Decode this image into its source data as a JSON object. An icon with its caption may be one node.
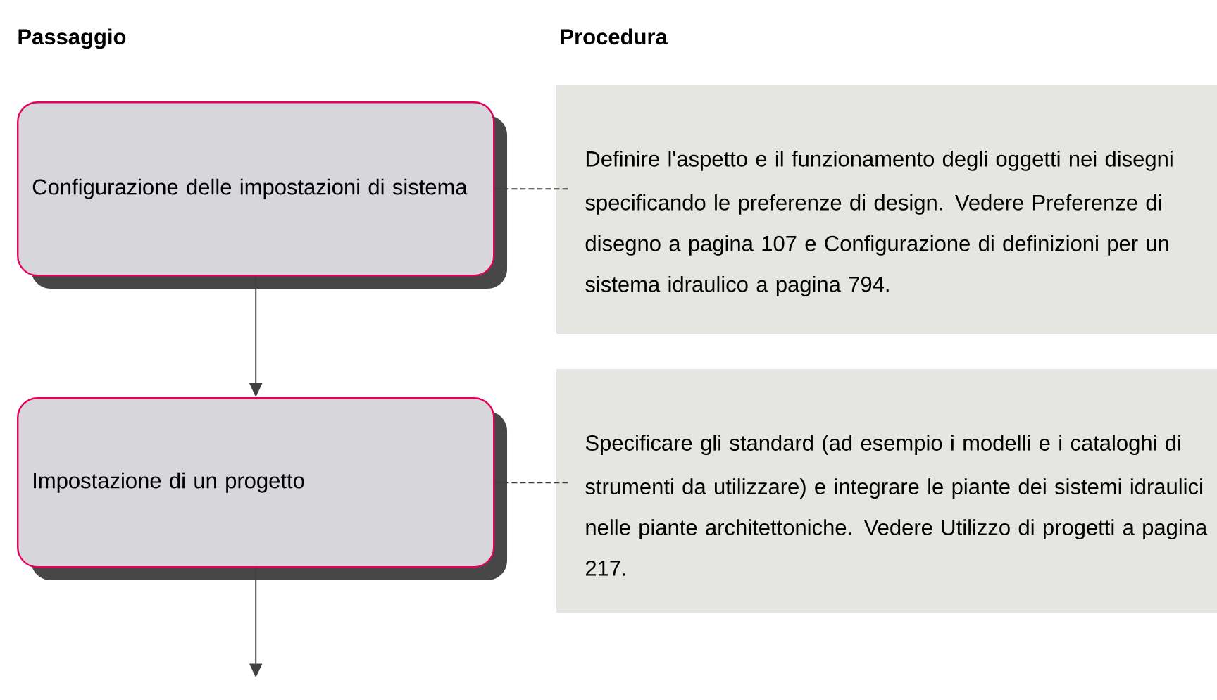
{
  "diagram": {
    "nodes": [
      {
        "text": [
          "Configurazione delle impostazioni di sistema"
        ]
      },
      {
        "text": [
          "Definire l'aspetto e il funzionamento degli oggetti nei disegni specificando le preferenze di design. Vedere Preferenze di disegno a pagina 107 e Configurazione di definizioni per un sistema idraulico a pagina 794."
        ]
      },
      {
        "text": [
          "Impostazione di un progetto"
        ]
      },
      {
        "text": [
          "Specificare gli standard (ad esempio i modelli e i cataloghi di strumenti da utilizzare) e integrare le piante dei sistemi idraulici nelle piante architettoniche. Vedere Utilizzo di progetti a pagina 217."
        ]
      }
    ],
    "edges": [
      {
        "from": 0,
        "to": 1,
        "arrow": "none",
        "style": "dashed"
      },
      {
        "from": 0,
        "to": 2,
        "arrow": "to"
      },
      {
        "from": 2,
        "to": 3,
        "arrow": "none",
        "style": "dashed"
      },
      {
        "from": 2,
        "to": null,
        "arrow": "to"
      }
    ],
    "labels": [
      "Passaggio",
      "Procedura"
    ]
  }
}
